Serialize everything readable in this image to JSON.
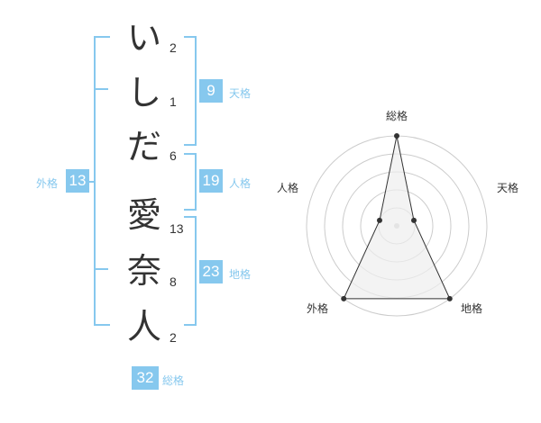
{
  "name_chars": [
    {
      "char": "い",
      "strokes": "2"
    },
    {
      "char": "し",
      "strokes": "1"
    },
    {
      "char": "だ",
      "strokes": "6"
    },
    {
      "char": "愛",
      "strokes": "13"
    },
    {
      "char": "奈",
      "strokes": "8"
    },
    {
      "char": "人",
      "strokes": "2"
    }
  ],
  "fortunes": {
    "tenkaku": {
      "value": "9",
      "label": "天格"
    },
    "jinkaku": {
      "value": "19",
      "label": "人格"
    },
    "chikaku": {
      "value": "23",
      "label": "地格"
    },
    "gaikaku": {
      "value": "13",
      "label": "外格"
    },
    "soukaku": {
      "value": "32",
      "label": "総格"
    }
  },
  "colors": {
    "accent": "#86c8ee",
    "text": "#333333",
    "grid": "#cccccc",
    "fill": "#eeeeee"
  },
  "chart_data": {
    "type": "radar",
    "axes": [
      "総格",
      "天格",
      "地格",
      "外格",
      "人格"
    ],
    "max": 5,
    "rings": 5,
    "values": [
      5,
      1,
      5,
      5,
      1
    ]
  }
}
